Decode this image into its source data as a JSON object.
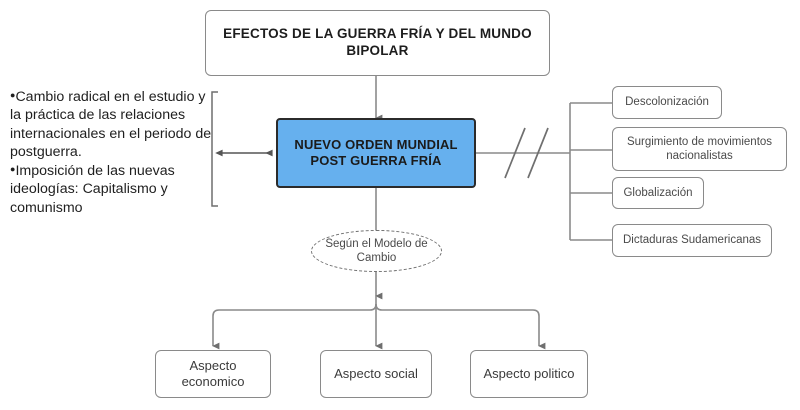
{
  "diagram": {
    "title_box": {
      "label": "EFECTOS DE LA GUERRA FRÍA Y DEL MUNDO BIPOLAR"
    },
    "main_box": {
      "label": "NUEVO ORDEN MUNDIAL POST GUERRA FRÍA",
      "fill_color": "#66b0ee",
      "border_color": "#2b2b2b"
    },
    "side_note": {
      "bullet_glyph": "●",
      "items": [
        {
          "lines": [
            "Cambio radical  en el estudio y",
            "la práctica de las relaciones",
            "internacionales en el periodo de",
            "postguerra."
          ]
        },
        {
          "lines": [
            "Imposición de las nuevas",
            "ideologías: Capitalismo y",
            "comunismo"
          ]
        }
      ]
    },
    "break_symbol": {
      "label": "//"
    },
    "effects": [
      {
        "label": "Descolonización"
      },
      {
        "label": "Surgimiento de movimientos nacionalistas"
      },
      {
        "label": "Globalización"
      },
      {
        "label": "Dictaduras Sudamericanas"
      }
    ],
    "model_ellipse": {
      "label": "Según el Modelo de Cambio"
    },
    "aspects": [
      {
        "label": "Aspecto economico"
      },
      {
        "label": "Aspecto social"
      },
      {
        "label": "Aspecto politico"
      }
    ],
    "colors": {
      "line": "#8a8a8a",
      "text": "#2b2b2b",
      "background": "#ffffff"
    }
  }
}
